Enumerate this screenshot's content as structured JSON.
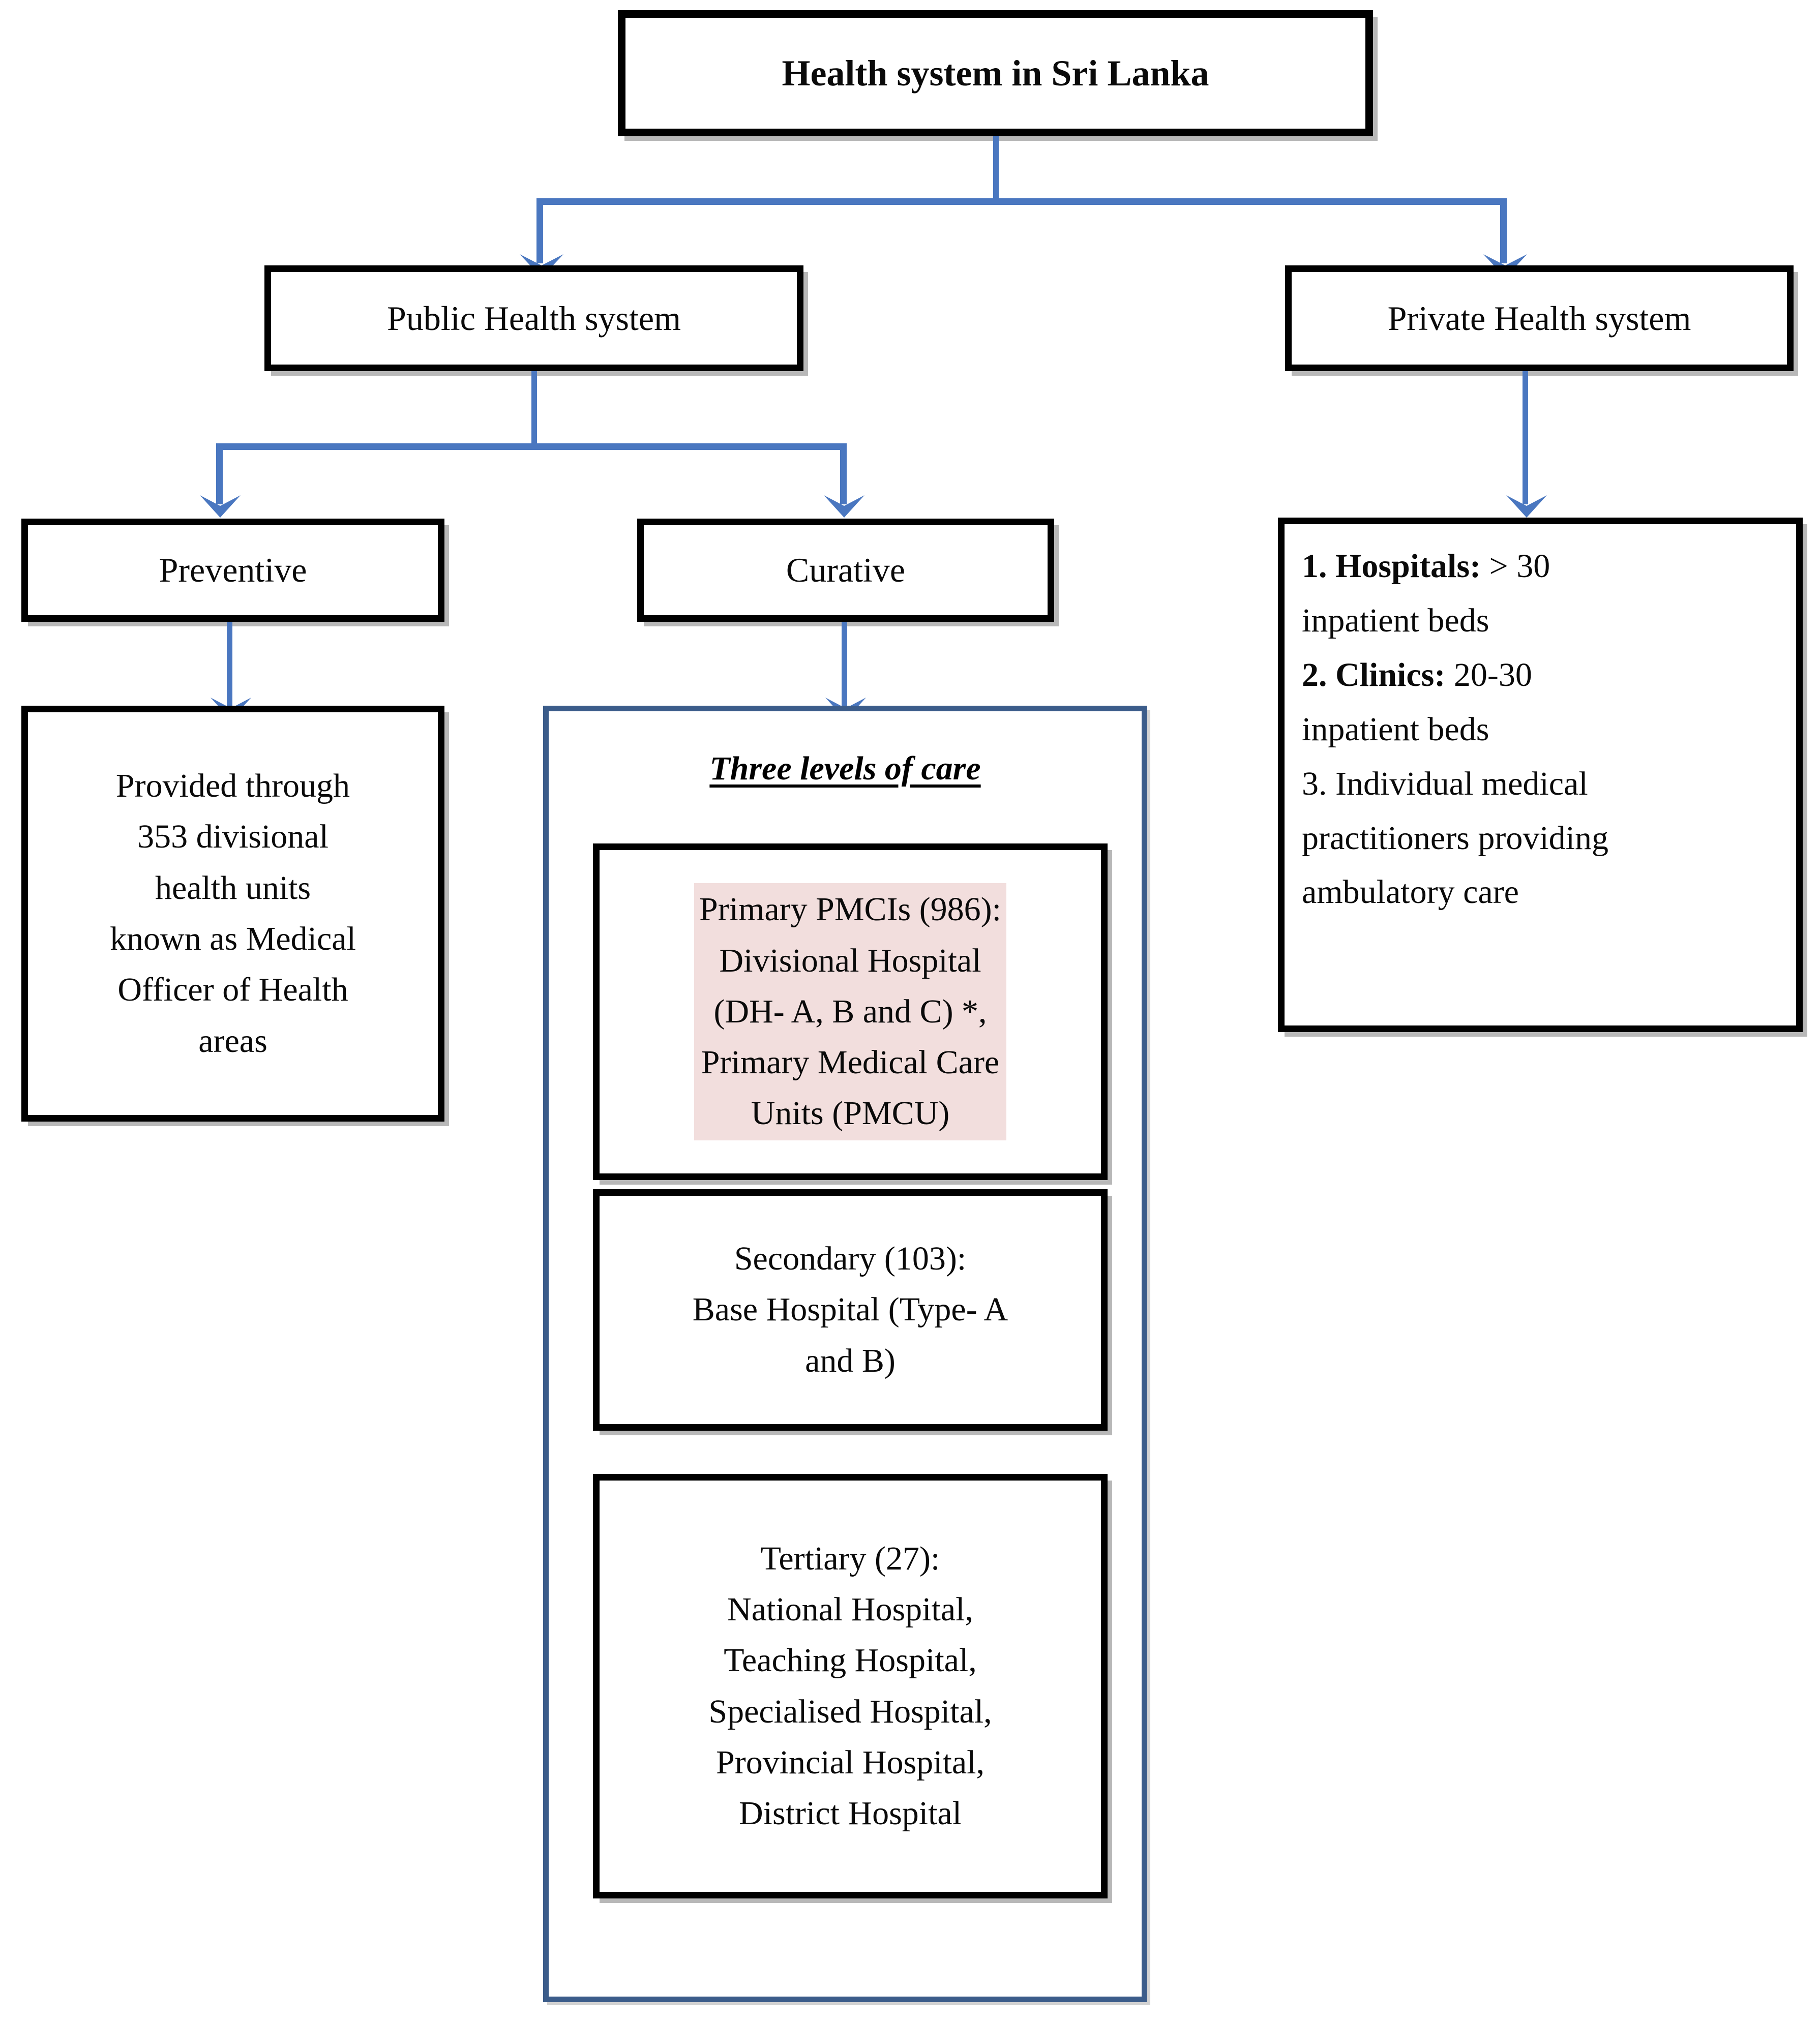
{
  "diagram": {
    "title": "Health system in Sri Lanka",
    "accent_blue": "#4A77C0",
    "frame_blue": "#3B5C8A",
    "highlight_pink": "#F2DEDD",
    "box_border": "#000000"
  },
  "nodes": {
    "root": {
      "label": "Health system in Sri Lanka"
    },
    "public": {
      "label": "Public Health system"
    },
    "private": {
      "label": "Private Health system"
    },
    "preventive": {
      "label": "Preventive"
    },
    "curative": {
      "label": "Curative"
    },
    "preventive_detail": {
      "label": "Provided through 353 divisional health units known as Medical Officer of Health areas"
    },
    "curative_frame": {
      "heading": "Three levels of care",
      "levels": [
        {
          "id": "primary",
          "highlighted": true,
          "label": "Primary PMCIs (986): Divisional Hospital (DH- A, B and C) *, Primary Medical Care Units (PMCU)"
        },
        {
          "id": "secondary",
          "highlighted": false,
          "label": "Secondary (103): Base Hospital (Type- A and B)"
        },
        {
          "id": "tertiary",
          "highlighted": false,
          "label": "Tertiary (27): National Hospital, Teaching Hospital, Specialised Hospital, Provincial Hospital, District Hospital"
        }
      ]
    },
    "private_detail": {
      "items": [
        {
          "number": "1.",
          "term": "Hospitals:",
          "rest": " > 30 inpatient beds"
        },
        {
          "number": "2.",
          "term": "Clinics:",
          "rest": " 20-30 inpatient beds"
        },
        {
          "number": "3.",
          "term": "",
          "rest": " Individual medical practitioners providing ambulatory care"
        }
      ],
      "line1_bold": "1. Hospitals:",
      "line1_rest": " > 30",
      "line2": "inpatient beds",
      "line3_bold": "2. Clinics:",
      "line3_rest": " 20-30",
      "line4": "inpatient beds",
      "line5": "3. Individual medical",
      "line6": "practitioners providing",
      "line7": "ambulatory care"
    }
  },
  "lines": {
    "preventive_detail_l1": "Provided through",
    "preventive_detail_l2": "353 divisional",
    "preventive_detail_l3": "health units",
    "preventive_detail_l4": "known as Medical",
    "preventive_detail_l5": "Officer of Health",
    "preventive_detail_l6": "areas",
    "primary_l1": "Primary PMCIs (986):",
    "primary_l2": "Divisional Hospital",
    "primary_l3": "(DH- A, B and C) *,",
    "primary_l4": "Primary Medical Care",
    "primary_l5": "Units (PMCU)",
    "secondary_l1": "Secondary (103):",
    "secondary_l2": "Base Hospital (Type- A",
    "secondary_l3": "and B)",
    "tertiary_l1": "Tertiary (27):",
    "tertiary_l2": "National Hospital,",
    "tertiary_l3": "Teaching Hospital,",
    "tertiary_l4": "Specialised Hospital,",
    "tertiary_l5": "Provincial Hospital,",
    "tertiary_l6": "District Hospital"
  }
}
